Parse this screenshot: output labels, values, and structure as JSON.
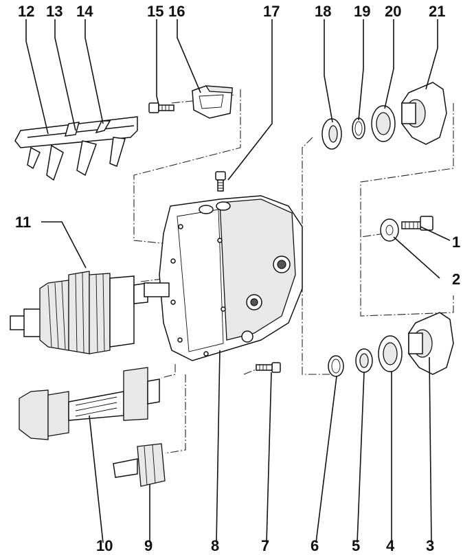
{
  "labels": {
    "l1": "1",
    "l2": "2",
    "l3": "3",
    "l4": "4",
    "l5": "5",
    "l6": "6",
    "l7": "7",
    "l8": "8",
    "l9": "9",
    "l10": "10",
    "l11": "11",
    "l12": "12",
    "l13": "13",
    "l14": "14",
    "l15": "15",
    "l16": "16",
    "l17": "17",
    "l18": "18",
    "l19": "19",
    "l20": "20",
    "l21": "21"
  },
  "colors": {
    "ink": "#111111",
    "background": "#ffffff"
  }
}
